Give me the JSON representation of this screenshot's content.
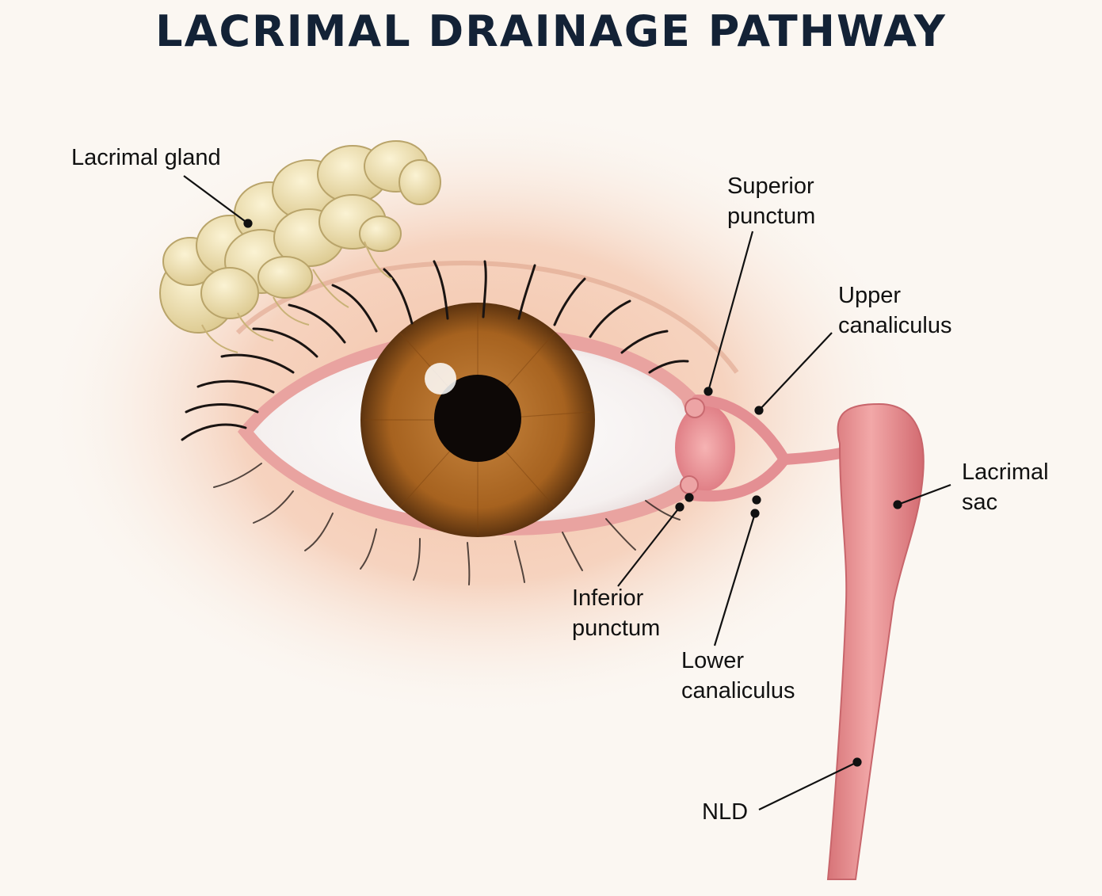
{
  "title": "LACRIMAL DRAINAGE PATHWAY",
  "labels": {
    "lacrimal_gland": "Lacrimal gland",
    "superior_punctum": [
      "Superior",
      "punctum"
    ],
    "upper_canaliculus": [
      "Upper",
      "canaliculus"
    ],
    "lacrimal_sac": [
      "Lacrimal",
      "sac"
    ],
    "inferior_punctum": [
      "Inferior",
      "punctum"
    ],
    "lower_canaliculus": [
      "Lower",
      "canaliculus"
    ],
    "nld": "NLD"
  },
  "colors": {
    "title": "#132236",
    "skin": "#f3c6ad",
    "iris": "#a8641f",
    "duct": "#e98f92",
    "gland": "#efe3b3"
  }
}
